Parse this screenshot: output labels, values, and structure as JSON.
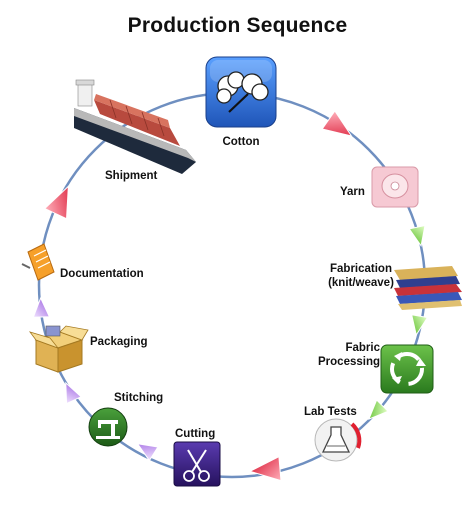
{
  "title": "Production Sequence",
  "steps": [
    {
      "label": "Cotton",
      "icon": "cotton-icon"
    },
    {
      "label": "Yarn",
      "icon": "yarn-icon"
    },
    {
      "label": "Fabrication\n(knit/weave)",
      "icon": "fabric-stack-icon"
    },
    {
      "label": "Fabric\nProcessing",
      "icon": "recycle-icon"
    },
    {
      "label": "Lab Tests",
      "icon": "flask-icon"
    },
    {
      "label": "Cutting",
      "icon": "scissors-icon"
    },
    {
      "label": "Stitching",
      "icon": "sewing-machine-icon"
    },
    {
      "label": "Packaging",
      "icon": "box-icon"
    },
    {
      "label": "Documentation",
      "icon": "document-icon"
    },
    {
      "label": "Shipment",
      "icon": "cargo-ship-icon"
    }
  ],
  "colors": {
    "ring": "#6f8fc0",
    "arrow_red": "#e2304a",
    "arrow_green": "#6fcf3a",
    "arrow_purple": "#a97be0",
    "cotton_tile": "#2f6fd6",
    "processing_tile": "#3e9a2e",
    "cutting_tile": "#3a1f86",
    "stitching_tile": "#2f7a2a"
  }
}
